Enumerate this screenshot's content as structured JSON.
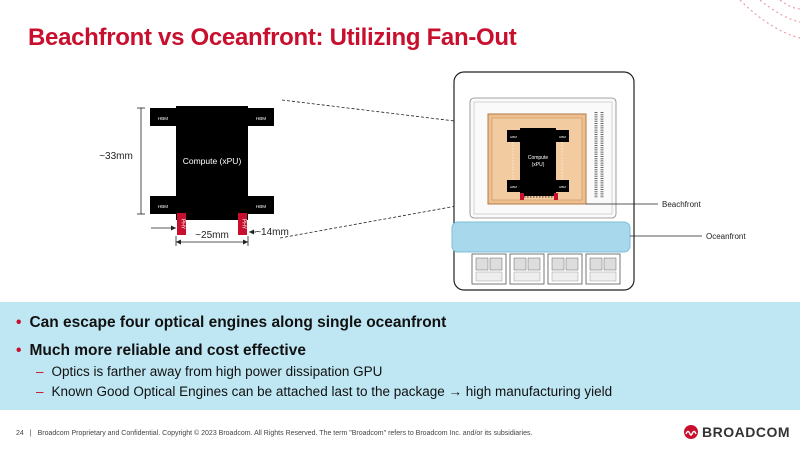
{
  "slide": {
    "title": "Beachfront vs Oceanfront: Utilizing Fan-Out",
    "page_number": "24",
    "footer_text": "Broadcom Proprietary and Confidential.  Copyright © 2023 Broadcom.  All Rights Reserved. The term \"Broadcom\" refers to Broadcom Inc. and/or its subsidiaries.",
    "logo_text": "BROADCOM",
    "accent_color": "#c8102e",
    "band_color": "#bfe7f3"
  },
  "left_diagram": {
    "compute_label": "Compute (xPU)",
    "hbm_label": "HBM",
    "phy_label": "PHY",
    "height_dim": "~33mm",
    "width_dim": "~25mm",
    "phy_gap_dim": "~14mm"
  },
  "right_diagram": {
    "compute_label_line1": "Compute",
    "compute_label_line2": "(xPU)",
    "hbm_label": "HBM",
    "beachfront_label": "Beachfront",
    "oceanfront_label": "Oceanfront"
  },
  "bullets": [
    {
      "text": "Can escape four optical engines along single oceanfront",
      "subs": []
    },
    {
      "text": "Much more reliable and cost effective",
      "subs": [
        "Optics is farther away from high power dissipation GPU",
        "Known Good Optical Engines can be attached last to the package → high manufacturing yield"
      ]
    }
  ]
}
